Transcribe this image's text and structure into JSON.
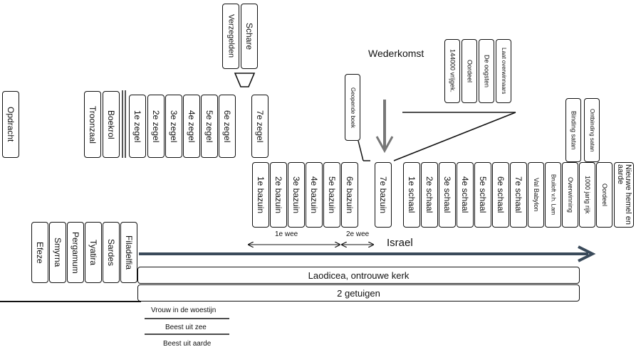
{
  "seals": {
    "opdracht": "Opdracht",
    "troonzaal": "Troonzaal",
    "boekrol": "Boekrol",
    "items": [
      "1e zegel",
      "2e zegel",
      "3e zegel",
      "4e zegel",
      "5e zegel",
      "6e zegel",
      "7e zegel"
    ]
  },
  "interlude": {
    "verzegelden": "Verzegelden",
    "schare": "Schare",
    "geopende_boek": "Geopende boek",
    "wederkomst": "Wederkomst"
  },
  "trumpets": {
    "items": [
      "1e bazuin",
      "2e bazuin",
      "3e bazuin",
      "4e bazuin",
      "5e bazuin",
      "6e bazuin",
      "7e bazuin"
    ],
    "wee1": "1e wee",
    "wee2": "2e wee"
  },
  "harvest": [
    "144000 vrijgek.",
    "Oordeel",
    "De oogsten",
    "Laat overwinnaars"
  ],
  "bowls": {
    "items": [
      "1e schaal",
      "2e schaal",
      "3e schaal",
      "4e schaal",
      "5e schaal",
      "6e schaal",
      "7e schaal",
      "Val Babylon",
      "Bruiloft v.h. Lam",
      "Overwinning",
      "1000 jarig rijk",
      "Oordeel",
      "Nieuwe hemel en aarde"
    ],
    "binding": "Binding satan",
    "ontbinding": "Ontbinding satan"
  },
  "churches": [
    "Efeze",
    "Smyrna",
    "Pergamum",
    "Tyatira",
    "Sardes",
    "Filadelfia"
  ],
  "israel": "Israel",
  "laodicea": "Laodicea, ontrouwe kerk",
  "getuigen": "2 getuigen",
  "bottom": [
    "Vrouw in de woestijn",
    "Beest uit zee",
    "Beest uit aarde"
  ]
}
